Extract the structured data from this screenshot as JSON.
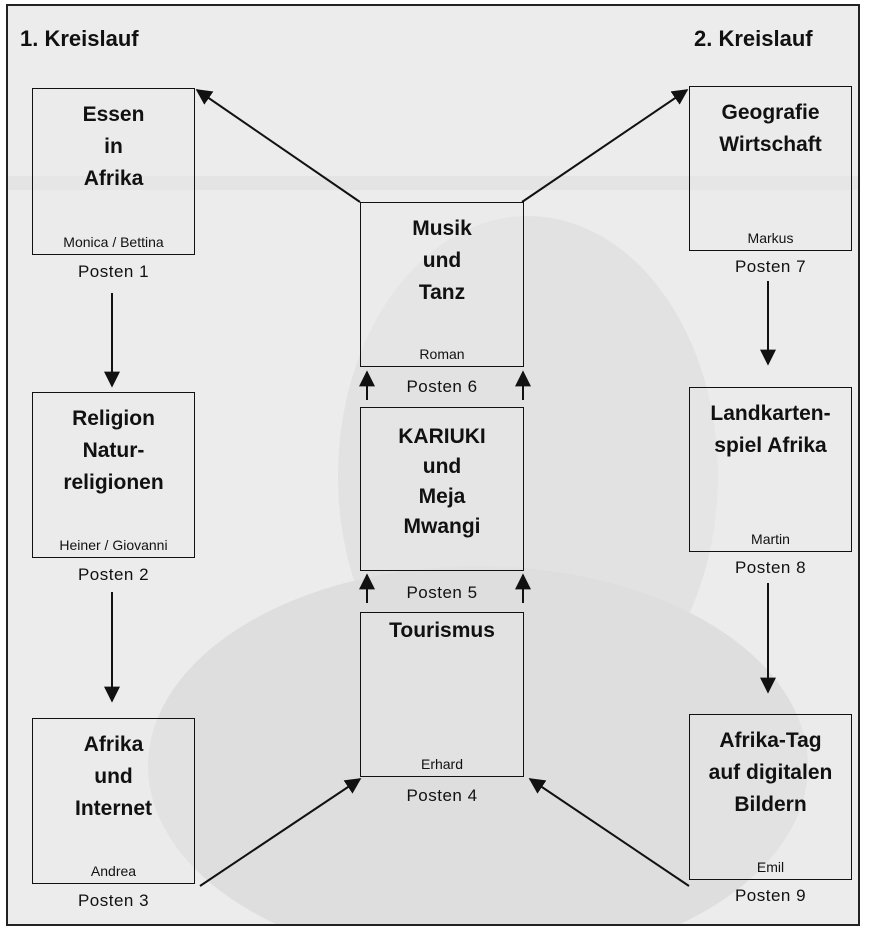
{
  "headers": {
    "circuit_1": "1. Kreislauf",
    "circuit_2": "2. Kreislauf"
  },
  "stations": [
    {
      "id": "posten-1",
      "title": "Essen\nin\nAfrika",
      "person": "Monica / Bettina",
      "posten": "Posten 1"
    },
    {
      "id": "posten-2",
      "title": "Religion\nNatur-\nreligionen",
      "person": "Heiner / Giovanni",
      "posten": "Posten 2"
    },
    {
      "id": "posten-3",
      "title": "Afrika\nund\nInternet",
      "person": "Andrea",
      "posten": "Posten 3"
    },
    {
      "id": "posten-4",
      "title": "Tourismus",
      "person": "Erhard",
      "posten": "Posten 4"
    },
    {
      "id": "posten-5",
      "title": "KARIUKI\nund\nMeja\nMwangi",
      "person": "",
      "posten": "Posten 5"
    },
    {
      "id": "posten-6",
      "title": "Musik\nund\nTanz",
      "person": "Roman",
      "posten": "Posten 6"
    },
    {
      "id": "posten-7",
      "title": "Geografie\nWirtschaft",
      "person": "Markus",
      "posten": "Posten 7"
    },
    {
      "id": "posten-8",
      "title": "Landkarten-\nspiel Afrika",
      "person": "Martin",
      "posten": "Posten 8"
    },
    {
      "id": "posten-9",
      "title": "Afrika-Tag\nauf digitalen\nBildern",
      "person": "Emil",
      "posten": "Posten 9"
    }
  ],
  "colors": {
    "line": "#111111",
    "background": "#ececec"
  }
}
